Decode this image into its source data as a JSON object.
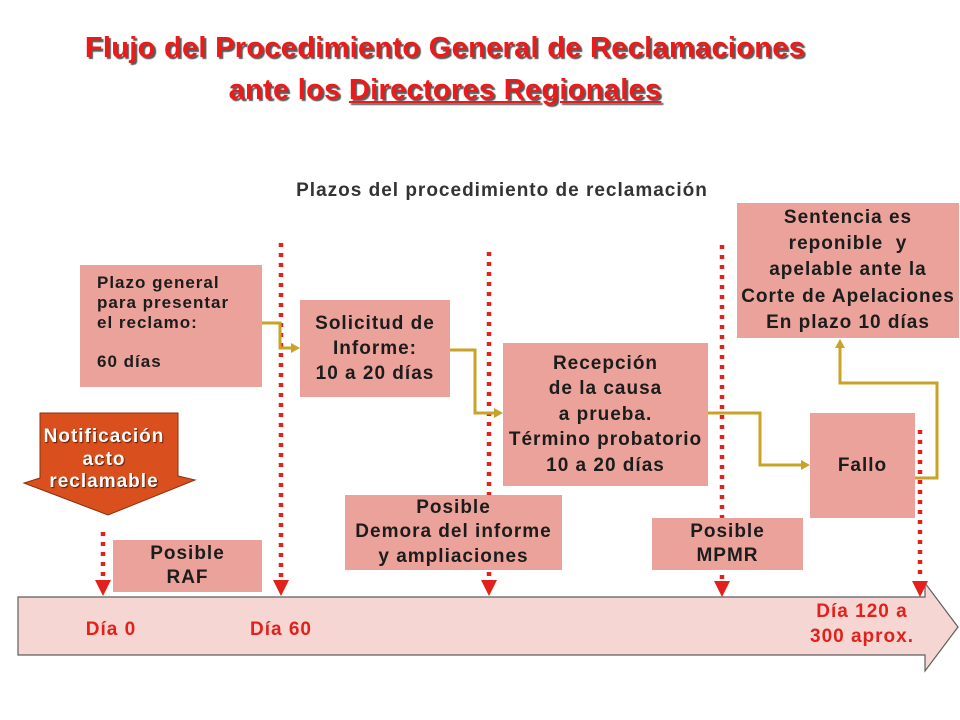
{
  "title": {
    "line1": "Flujo del Procedimiento General de Reclamaciones",
    "line2_prefix": "ante los ",
    "line2_underlined": "Directores Regionales"
  },
  "subtitle": "Plazos del procedimiento de reclamación",
  "stages": {
    "plazo_general": {
      "lines": [
        "Plazo general",
        "para presentar",
        "el reclamo:"
      ],
      "duration": "60 días"
    },
    "solicitud_informe": {
      "lines": [
        "Solicitud de",
        "Informe:",
        "10 a 20 días"
      ]
    },
    "recepcion_prueba": {
      "lines": [
        "Recepción",
        "de la causa",
        "a prueba.",
        "Término probatorio",
        "10 a 20 días"
      ]
    },
    "fallo": {
      "label": "Fallo"
    },
    "sentencia": {
      "lines": [
        "Sentencia es",
        "reponible  y",
        "apelable ante la",
        "Corte de Apelaciones",
        "En plazo 10 días"
      ]
    }
  },
  "possible_events": {
    "raf": {
      "lines": [
        "Posible",
        "RAF"
      ]
    },
    "demora": {
      "lines": [
        "Posible",
        "Demora del informe",
        "y ampliaciones"
      ]
    },
    "mpmr": {
      "lines": [
        "Posible",
        "MPMR"
      ]
    }
  },
  "notification": {
    "lines": [
      "Notificación",
      "acto",
      "reclamable"
    ]
  },
  "timeline": {
    "day_0": "Día 0",
    "day_60": "Día 60",
    "day_end": [
      "Día 120 a",
      "300 aprox."
    ]
  },
  "colors": {
    "title": "#ec1a1a",
    "box_fill": "#eaa29a",
    "connector": "#c9a227",
    "marker": "#e3201b",
    "notification_fill": "#d9501e",
    "timeline_fill": "#f6d6d2",
    "day_label": "#e3201b"
  }
}
